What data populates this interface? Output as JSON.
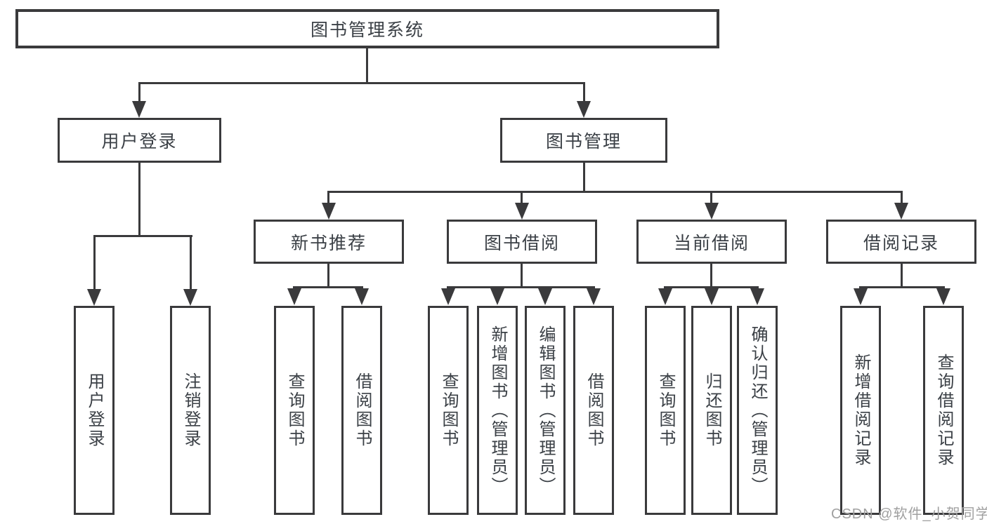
{
  "tree": {
    "root": {
      "label": "图书管理系统",
      "children": [
        {
          "label": "用户登录",
          "children": [
            {
              "label": "用户登录"
            },
            {
              "label": "注销登录"
            }
          ]
        },
        {
          "label": "图书管理",
          "children": [
            {
              "label": "新书推荐",
              "children": [
                {
                  "label": "查询图书"
                },
                {
                  "label": "借阅图书"
                }
              ]
            },
            {
              "label": "图书借阅",
              "children": [
                {
                  "label": "查询图书"
                },
                {
                  "label": "新增图书（管理员）"
                },
                {
                  "label": "编辑图书（管理员）"
                },
                {
                  "label": "借阅图书"
                }
              ]
            },
            {
              "label": "当前借阅",
              "children": [
                {
                  "label": "查询图书"
                },
                {
                  "label": "归还图书"
                },
                {
                  "label": "确认归还（管理员）"
                }
              ]
            },
            {
              "label": "借阅记录",
              "children": [
                {
                  "label": "新增借阅记录"
                },
                {
                  "label": "查询借阅记录"
                }
              ]
            }
          ]
        }
      ]
    }
  },
  "watermark": {
    "text": "CSDN @软件_小贺同学"
  },
  "colors": {
    "line": "#3a3a3c",
    "text": "#3b4046",
    "watermark": "#a0a0a0",
    "background": "#ffffff"
  }
}
